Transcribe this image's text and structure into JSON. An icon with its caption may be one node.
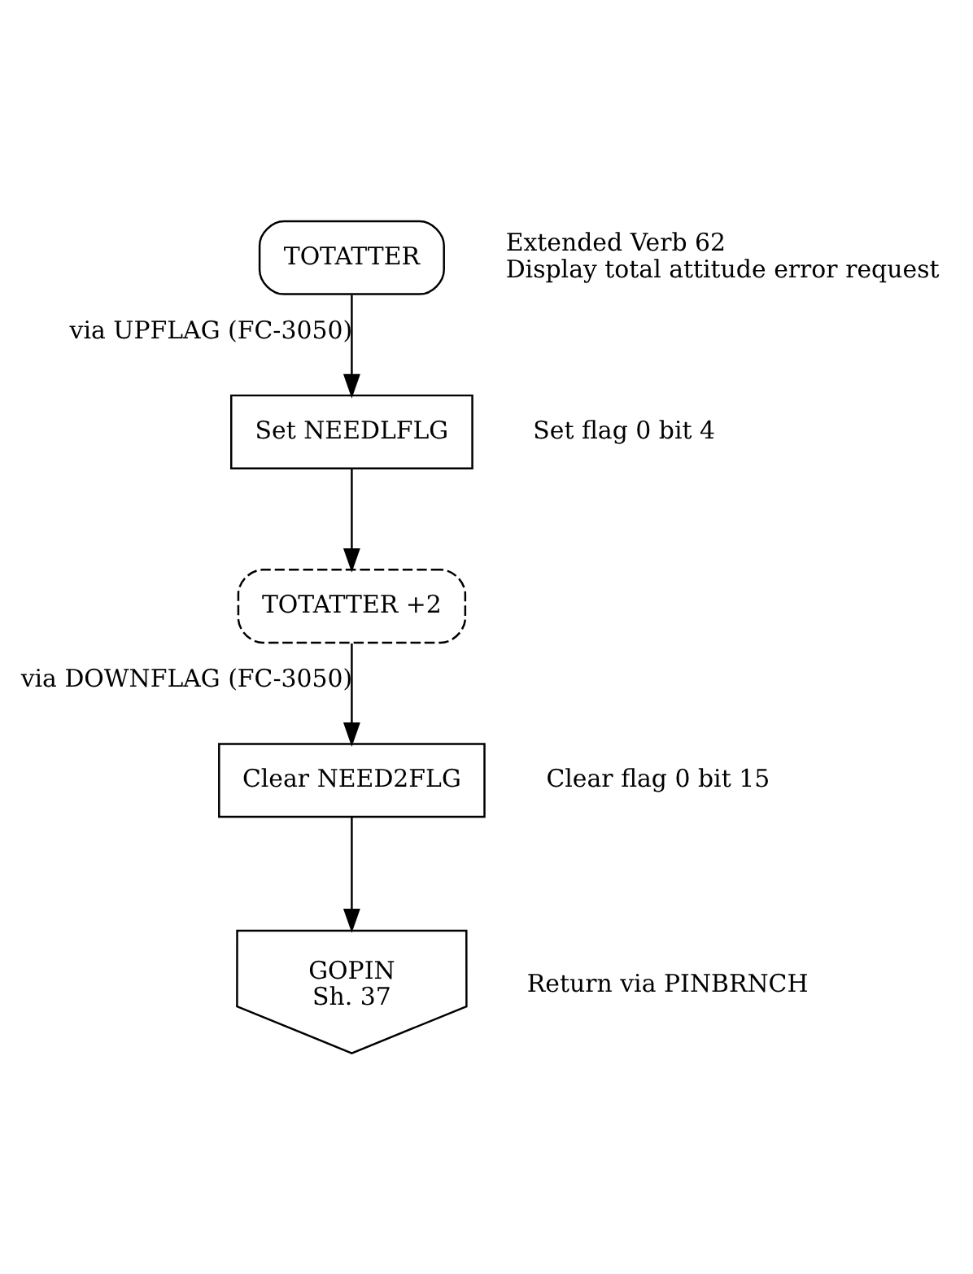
{
  "diagram": {
    "nodes": [
      {
        "text": [
          "TOTATTER"
        ],
        "beside": [
          "Extended Verb 62",
          "Display total attitude error request"
        ]
      },
      {
        "text": [
          "Set NEEDLFLG"
        ],
        "beside": [
          "Set flag 0 bit 4"
        ]
      },
      {
        "text": [
          "TOTATTER +2"
        ]
      },
      {
        "text": [
          "Clear NEED2FLG"
        ],
        "beside": [
          "Clear flag 0 bit 15"
        ]
      },
      {
        "text": [
          "GOPIN",
          "Sh. 37"
        ],
        "beside": [
          "Return via PINBRNCH"
        ]
      }
    ],
    "edges": [
      {
        "from": 0,
        "to": 1,
        "arrow": "to",
        "label": "via UPFLAG (FC-3050)"
      },
      {
        "from": 1,
        "to": 2,
        "arrow": "to"
      },
      {
        "from": 2,
        "to": 3,
        "arrow": "to",
        "label": "via DOWNFLAG (FC-3050)"
      },
      {
        "from": 3,
        "to": 4,
        "arrow": "to"
      }
    ]
  }
}
